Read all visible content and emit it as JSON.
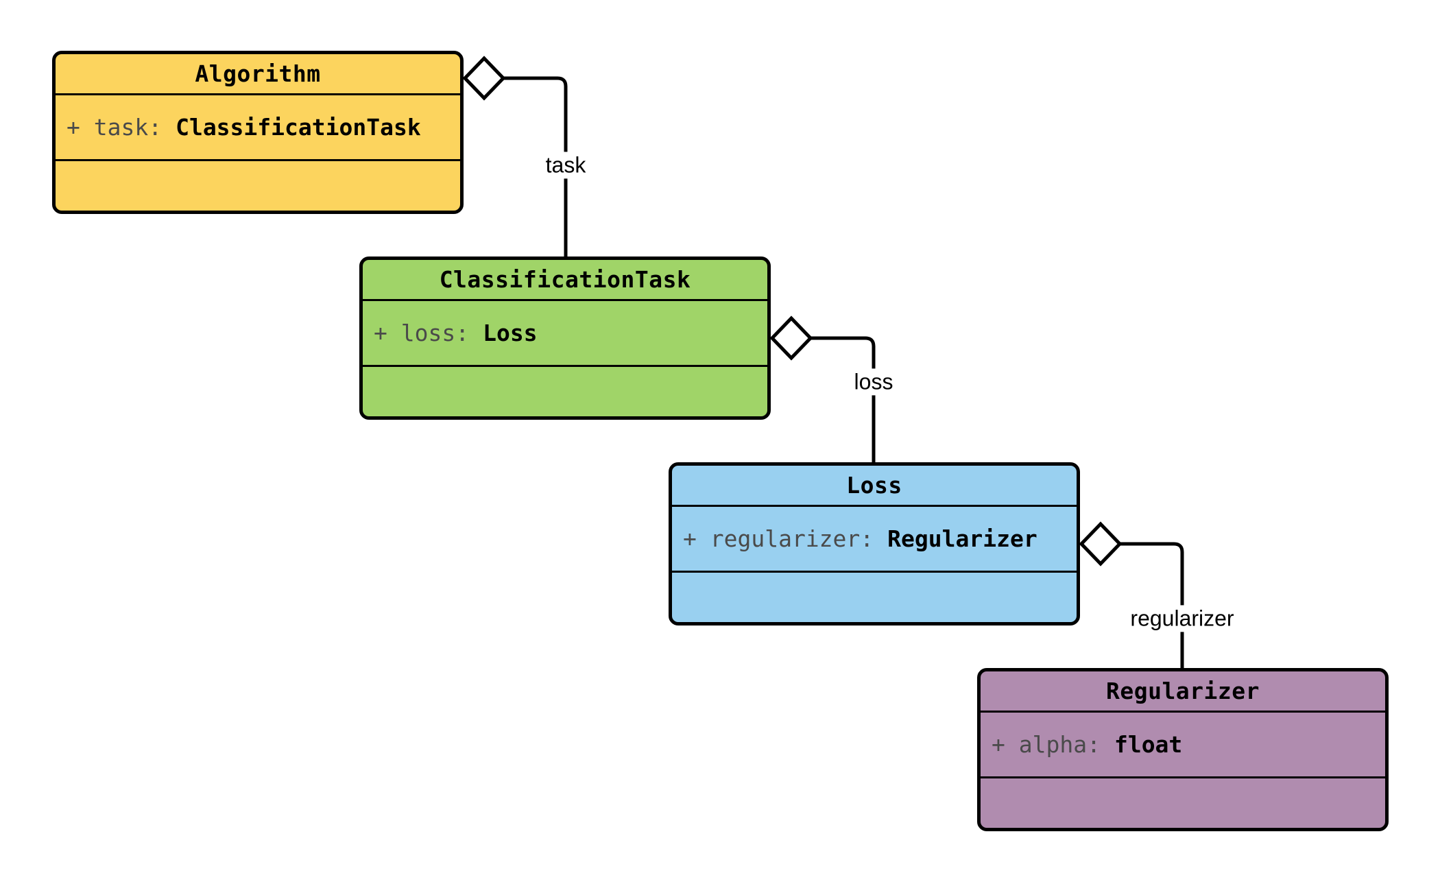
{
  "diagram": {
    "type": "uml-class-diagram",
    "background_color": "#ffffff",
    "line_color": "#000000",
    "attr_name_color": "#4a4a4a",
    "classes": [
      {
        "name": "Algorithm",
        "fill": "#FCD45E",
        "attribute": {
          "label": "+ task:",
          "type": "ClassificationTask"
        }
      },
      {
        "name": "ClassificationTask",
        "fill": "#A0D468",
        "attribute": {
          "label": "+ loss:",
          "type": "Loss"
        }
      },
      {
        "name": "Loss",
        "fill": "#99D0F0",
        "attribute": {
          "label": "+ regularizer:",
          "type": "Regularizer"
        }
      },
      {
        "name": "Regularizer",
        "fill": "#B08CAF",
        "attribute": {
          "label": "+ alpha:",
          "type": "float"
        }
      }
    ],
    "relations": [
      {
        "from": "Algorithm",
        "to": "ClassificationTask",
        "label": "task",
        "kind": "aggregation"
      },
      {
        "from": "ClassificationTask",
        "to": "Loss",
        "label": "loss",
        "kind": "aggregation"
      },
      {
        "from": "Loss",
        "to": "Regularizer",
        "label": "regularizer",
        "kind": "aggregation"
      }
    ]
  }
}
